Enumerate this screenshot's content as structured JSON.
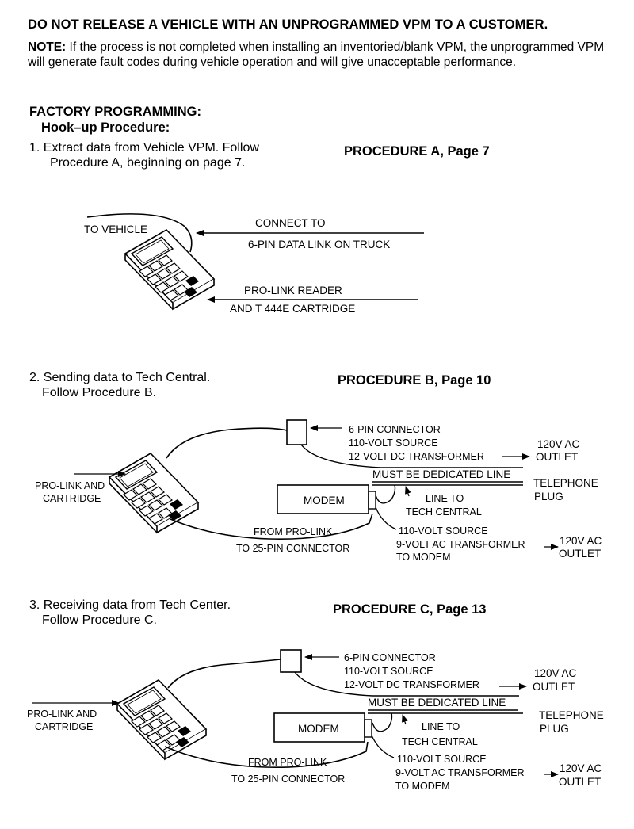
{
  "warning": "DO NOT RELEASE A VEHICLE WITH AN UNPROGRAMMED VPM TO A CUSTOMER.",
  "note": {
    "label": "NOTE:",
    "text": " If the process is not completed when installing an inventoried/blank VPM, the unprogrammed VPM will generate fault codes during vehicle operation and will give unacceptable performance."
  },
  "section_title": "FACTORY PROGRAMMING:",
  "subsection_title": "Hook–up Procedure:",
  "steps": [
    {
      "text_line1": "1.  Extract data from Vehicle VPM. Follow",
      "text_line2": "Procedure A, beginning on page 7.",
      "procedure": "PROCEDURE A, Page 7"
    },
    {
      "text_line1": "2. Sending data to Tech Central.",
      "text_line2": "Follow Procedure B.",
      "procedure": "PROCEDURE B, Page 10"
    },
    {
      "text_line1": "3. Receiving data from Tech Center.",
      "text_line2": "Follow Procedure C.",
      "procedure": "PROCEDURE C, Page 13"
    }
  ],
  "diagram_a": {
    "to_vehicle": "TO VEHICLE",
    "connect_to": "CONNECT TO",
    "data_link": "6-PIN DATA LINK  ON TRUCK",
    "reader": "PRO-LINK READER",
    "cartridge": "AND T 444E CARTRIDGE"
  },
  "diagram_b": {
    "connector": "6-PIN CONNECTOR",
    "source": "110-VOLT SOURCE",
    "transformer": "12-VOLT DC TRANSFORMER",
    "outlet1_line1": "120V AC",
    "outlet1_line2": "OUTLET",
    "dedicated": "MUST BE DEDICATED LINE",
    "phone_line1": "TELEPHONE",
    "phone_line2": "PLUG",
    "prolink_line1": "PRO-LINK AND",
    "prolink_line2": "CARTRIDGE",
    "modem": "MODEM",
    "line_to": "LINE TO",
    "tech_central": "TECH CENTRAL",
    "from_prolink": "FROM PRO-LINK",
    "to_25pin": "TO 25-PIN CONNECTOR",
    "modem_source": "110-VOLT SOURCE",
    "ac_transformer": "9-VOLT AC TRANSFORMER",
    "to_modem": "TO MODEM",
    "outlet2_line1": "120V AC",
    "outlet2_line2": "OUTLET"
  },
  "diagram_c": {
    "connector": "6-PIN CONNECTOR",
    "source": "110-VOLT SOURCE",
    "transformer": "12-VOLT DC TRANSFORMER",
    "outlet1_line1": "120V AC",
    "outlet1_line2": "OUTLET",
    "dedicated": "MUST BE DEDICATED LINE",
    "phone_line1": "TELEPHONE",
    "phone_line2": "PLUG",
    "prolink_line1": "PRO-LINK AND",
    "prolink_line2": "CARTRIDGE",
    "modem": "MODEM",
    "line_to": "LINE TO",
    "tech_central": "TECH CENTRAL",
    "from_prolink": "FROM PRO-LINK",
    "to_25pin": "TO 25-PIN CONNECTOR",
    "modem_source": "110-VOLT SOURCE",
    "ac_transformer": "9-VOLT AC TRANSFORMER",
    "to_modem": "TO MODEM",
    "outlet2_line1": "120V AC",
    "outlet2_line2": "OUTLET"
  }
}
